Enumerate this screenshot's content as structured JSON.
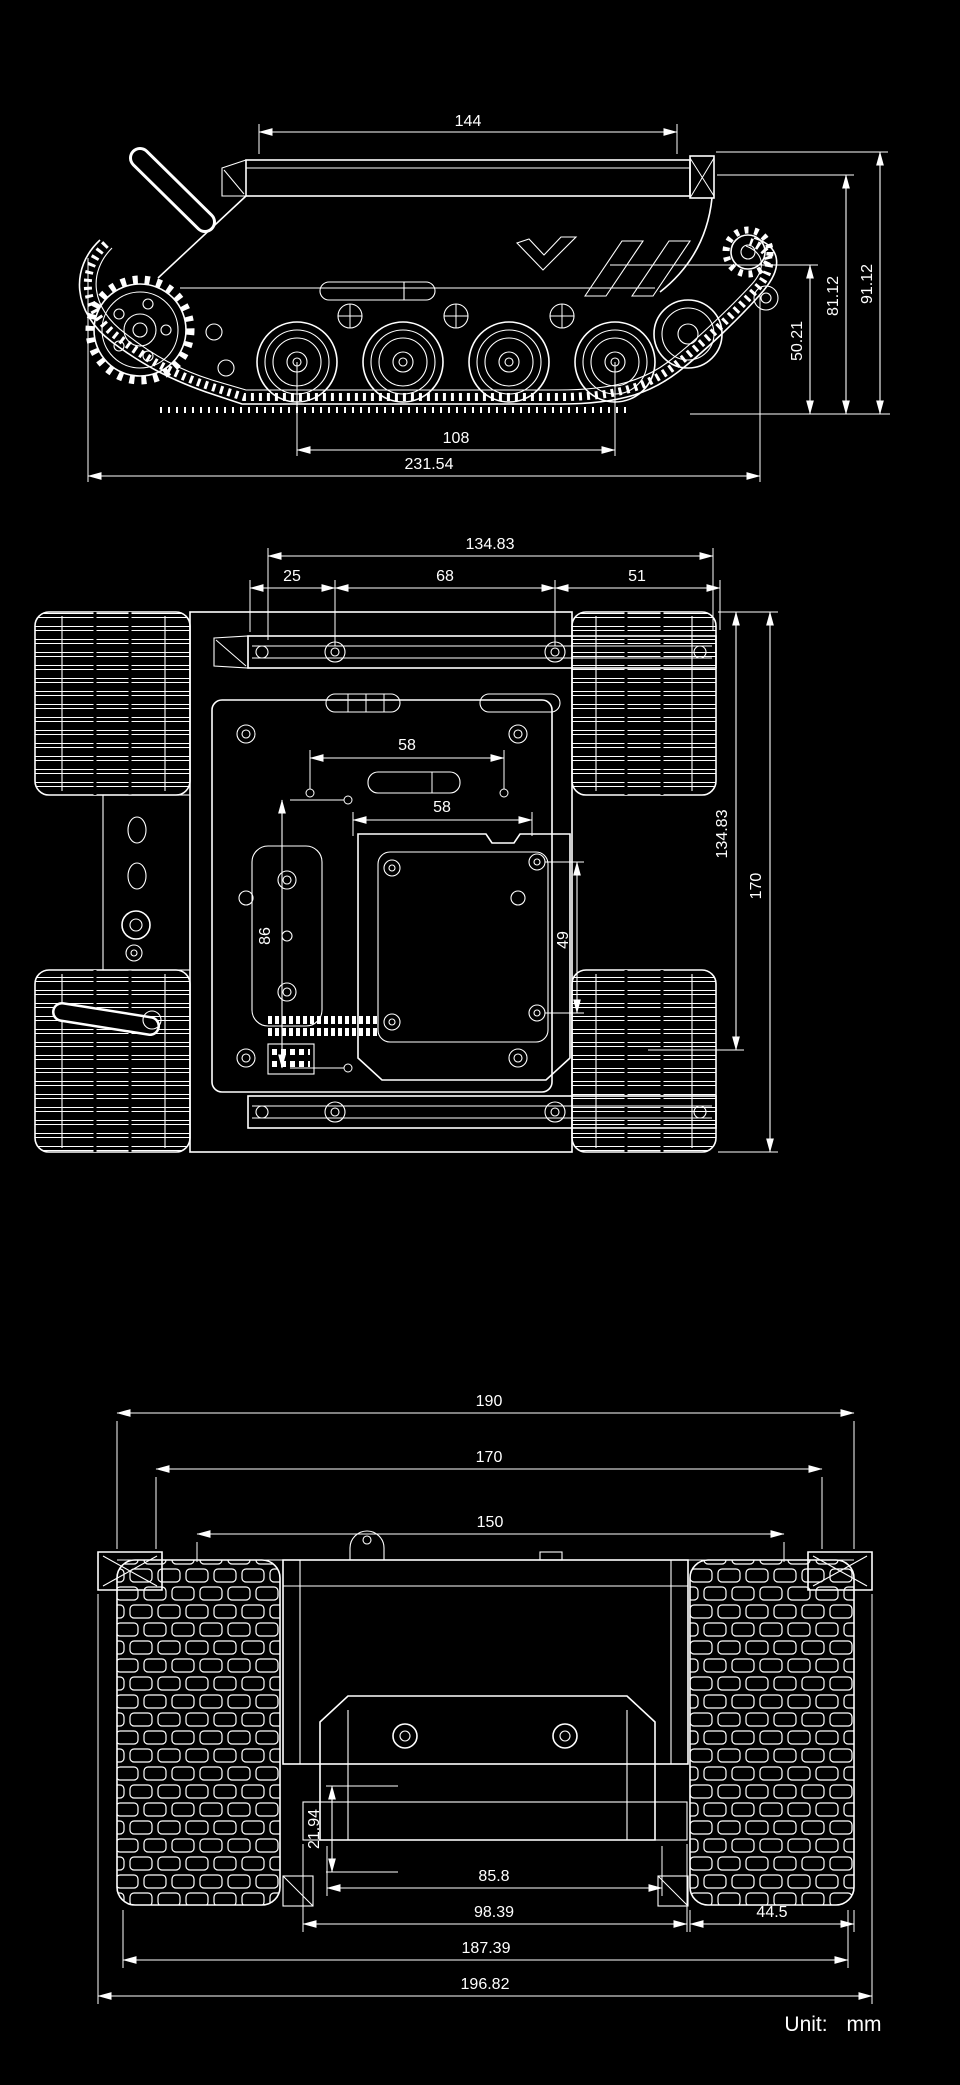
{
  "drawing": {
    "unit_label": "Unit:",
    "unit_value": "mm"
  },
  "side_view": {
    "rail_length": "144",
    "height_mid": "50.21",
    "height_hull": "81.12",
    "height_overall": "91.12",
    "wheelbase": "108",
    "length_overall": "231.54"
  },
  "top_view": {
    "rail_span": "134.83",
    "seg_front": "25",
    "seg_mid": "68",
    "seg_rear": "51",
    "hole_pitch_upper": "58",
    "hole_pitch_lower": "58",
    "slot_height": "86",
    "mount_pitch": "49",
    "length_body": "134.83",
    "length_overall": "170"
  },
  "front_view": {
    "width_track_outer": "190",
    "width_inner": "170",
    "width_hull": "150",
    "bracket_height": "21.94",
    "mount_width": "85.8",
    "bracket_width": "98.39",
    "track_width": "44.5",
    "width_body": "187.39",
    "width_max": "196.82"
  }
}
